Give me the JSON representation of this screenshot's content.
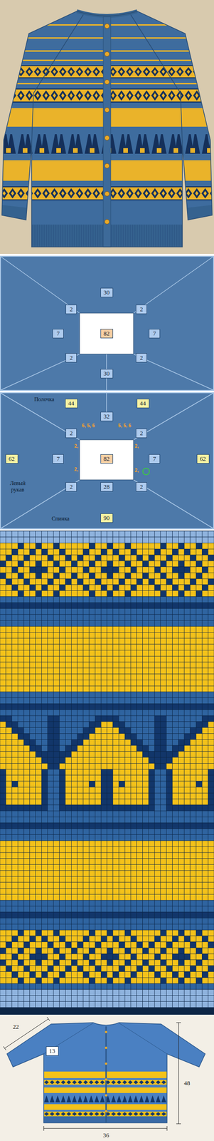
{
  "diagram": {
    "nodes": [
      {
        "text": [
          "30"
        ]
      },
      {
        "text": [
          "2"
        ]
      },
      {
        "text": [
          "2"
        ]
      },
      {
        "text": [
          "7"
        ]
      },
      {
        "text": [
          "82"
        ]
      },
      {
        "text": [
          "7"
        ]
      },
      {
        "text": [
          "2"
        ]
      },
      {
        "text": [
          "2"
        ]
      },
      {
        "text": [
          "30"
        ]
      },
      {
        "text": [
          "44"
        ]
      },
      {
        "text": [
          "44"
        ]
      },
      {
        "text": [
          "32"
        ]
      },
      {
        "text": [
          "2"
        ]
      },
      {
        "text": [
          "2"
        ]
      },
      {
        "text": [
          "62"
        ]
      },
      {
        "text": [
          "7"
        ]
      },
      {
        "text": [
          "82"
        ]
      },
      {
        "text": [
          "7"
        ]
      },
      {
        "text": [
          "62"
        ]
      },
      {
        "text": [
          "2"
        ]
      },
      {
        "text": [
          "28"
        ]
      },
      {
        "text": [
          "2"
        ]
      },
      {
        "text": [
          "90"
        ]
      },
      {
        "text": [
          "13"
        ]
      }
    ],
    "edges": [
      {
        "from": 11,
        "to": 12,
        "arrow": "to"
      },
      {
        "from": 12,
        "to": 15,
        "arrow": "to"
      },
      {
        "from": 15,
        "to": 19,
        "arrow": "to"
      },
      {
        "from": 19,
        "to": 20,
        "arrow": "to"
      },
      {
        "from": 20,
        "to": 21,
        "arrow": "to"
      },
      {
        "from": 21,
        "to": 17,
        "arrow": "to"
      }
    ],
    "labels": [
      "Полочка",
      "6, 5, 6",
      "5, 5, 6",
      "2,",
      "2,",
      "2,",
      "2,",
      "Левый рукав",
      "Спинка",
      "22",
      "48",
      "36"
    ]
  }
}
